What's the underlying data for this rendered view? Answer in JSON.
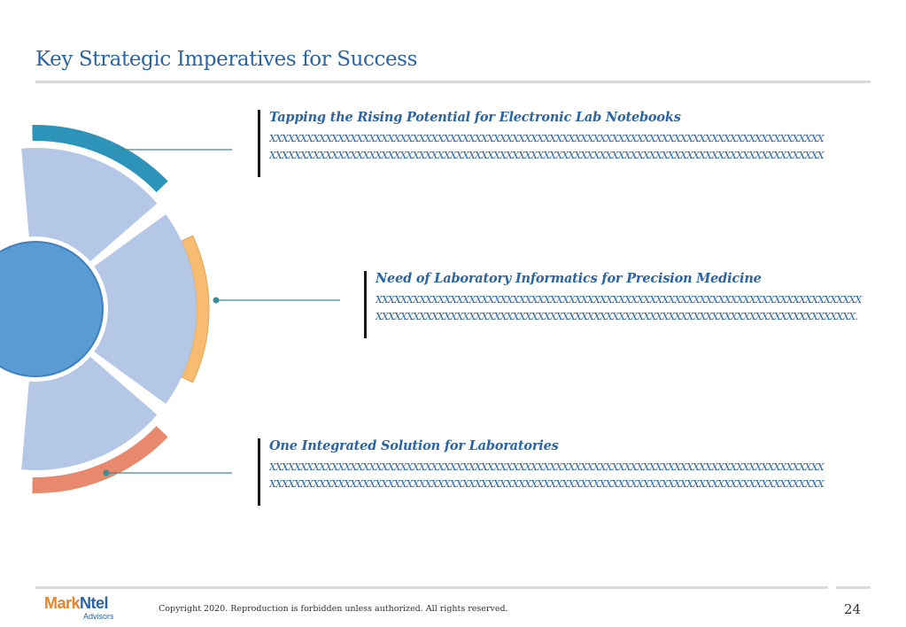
{
  "title": "Key Strategic Imperatives for Success",
  "callouts": [
    {
      "heading": "Tapping the Rising Potential for Electronic Lab Notebooks",
      "lines": [
        "XXXXXXXXXXXXXXXXXXXXXXXXXXXXXXXXXXXXXXXXXXXXXXXXXXXXXXXXXXXXXXXXXXXXXXXXXXXXXXXXXXXXXXXXX",
        "XXXXXXXXXXXXXXXXXXXXXXXXXXXXXXXXXXXXXXXXXXXXXXXXXXXXXXXXXXXXXXXXXXXXXXXXXXXXXXXXXXXXXXXXX"
      ]
    },
    {
      "heading": "Need of Laboratory Informatics for Precision Medicine",
      "lines": [
        "XXXXXXXXXXXXXXXXXXXXXXXXXXXXXXXXXXXXXXXXXXXXXXXXXXXXXXXXXXXXXXXXXXXXXXXXXXXXXX",
        "XXXXXXXXXXXXXXXXXXXXXXXXXXXXXXXXXXXXXXXXXXXXXXXXXXXXXXXXXXXXXXXXXXXXXXXXXXXXX."
      ]
    },
    {
      "heading": "One Integrated Solution for Laboratories",
      "lines": [
        "XXXXXXXXXXXXXXXXXXXXXXXXXXXXXXXXXXXXXXXXXXXXXXXXXXXXXXXXXXXXXXXXXXXXXXXXXXXXXXXXXXXXXXXXX",
        "XXXXXXXXXXXXXXXXXXXXXXXXXXXXXXXXXXXXXXXXXXXXXXXXXXXXXXXXXXXXXXXXXXXXXXXXXXXXXXXXXXXXXXXXX"
      ]
    }
  ],
  "colors": {
    "title": "#2b64a6",
    "segment_fill": "#b4c7e7",
    "center_fill": "#5b9bd5",
    "arc_teal": "#2e93b8",
    "arc_orange": "#f7bc72",
    "arc_salmon": "#e8896d",
    "connector": "#3a8f95"
  },
  "footer": {
    "logo_mark": "Mark",
    "logo_ntel": "Ntel",
    "logo_sub": "Advisors",
    "copyright": "Copyright 2020. Reproduction is forbidden unless authorized. All rights reserved.",
    "page_number": "24"
  }
}
